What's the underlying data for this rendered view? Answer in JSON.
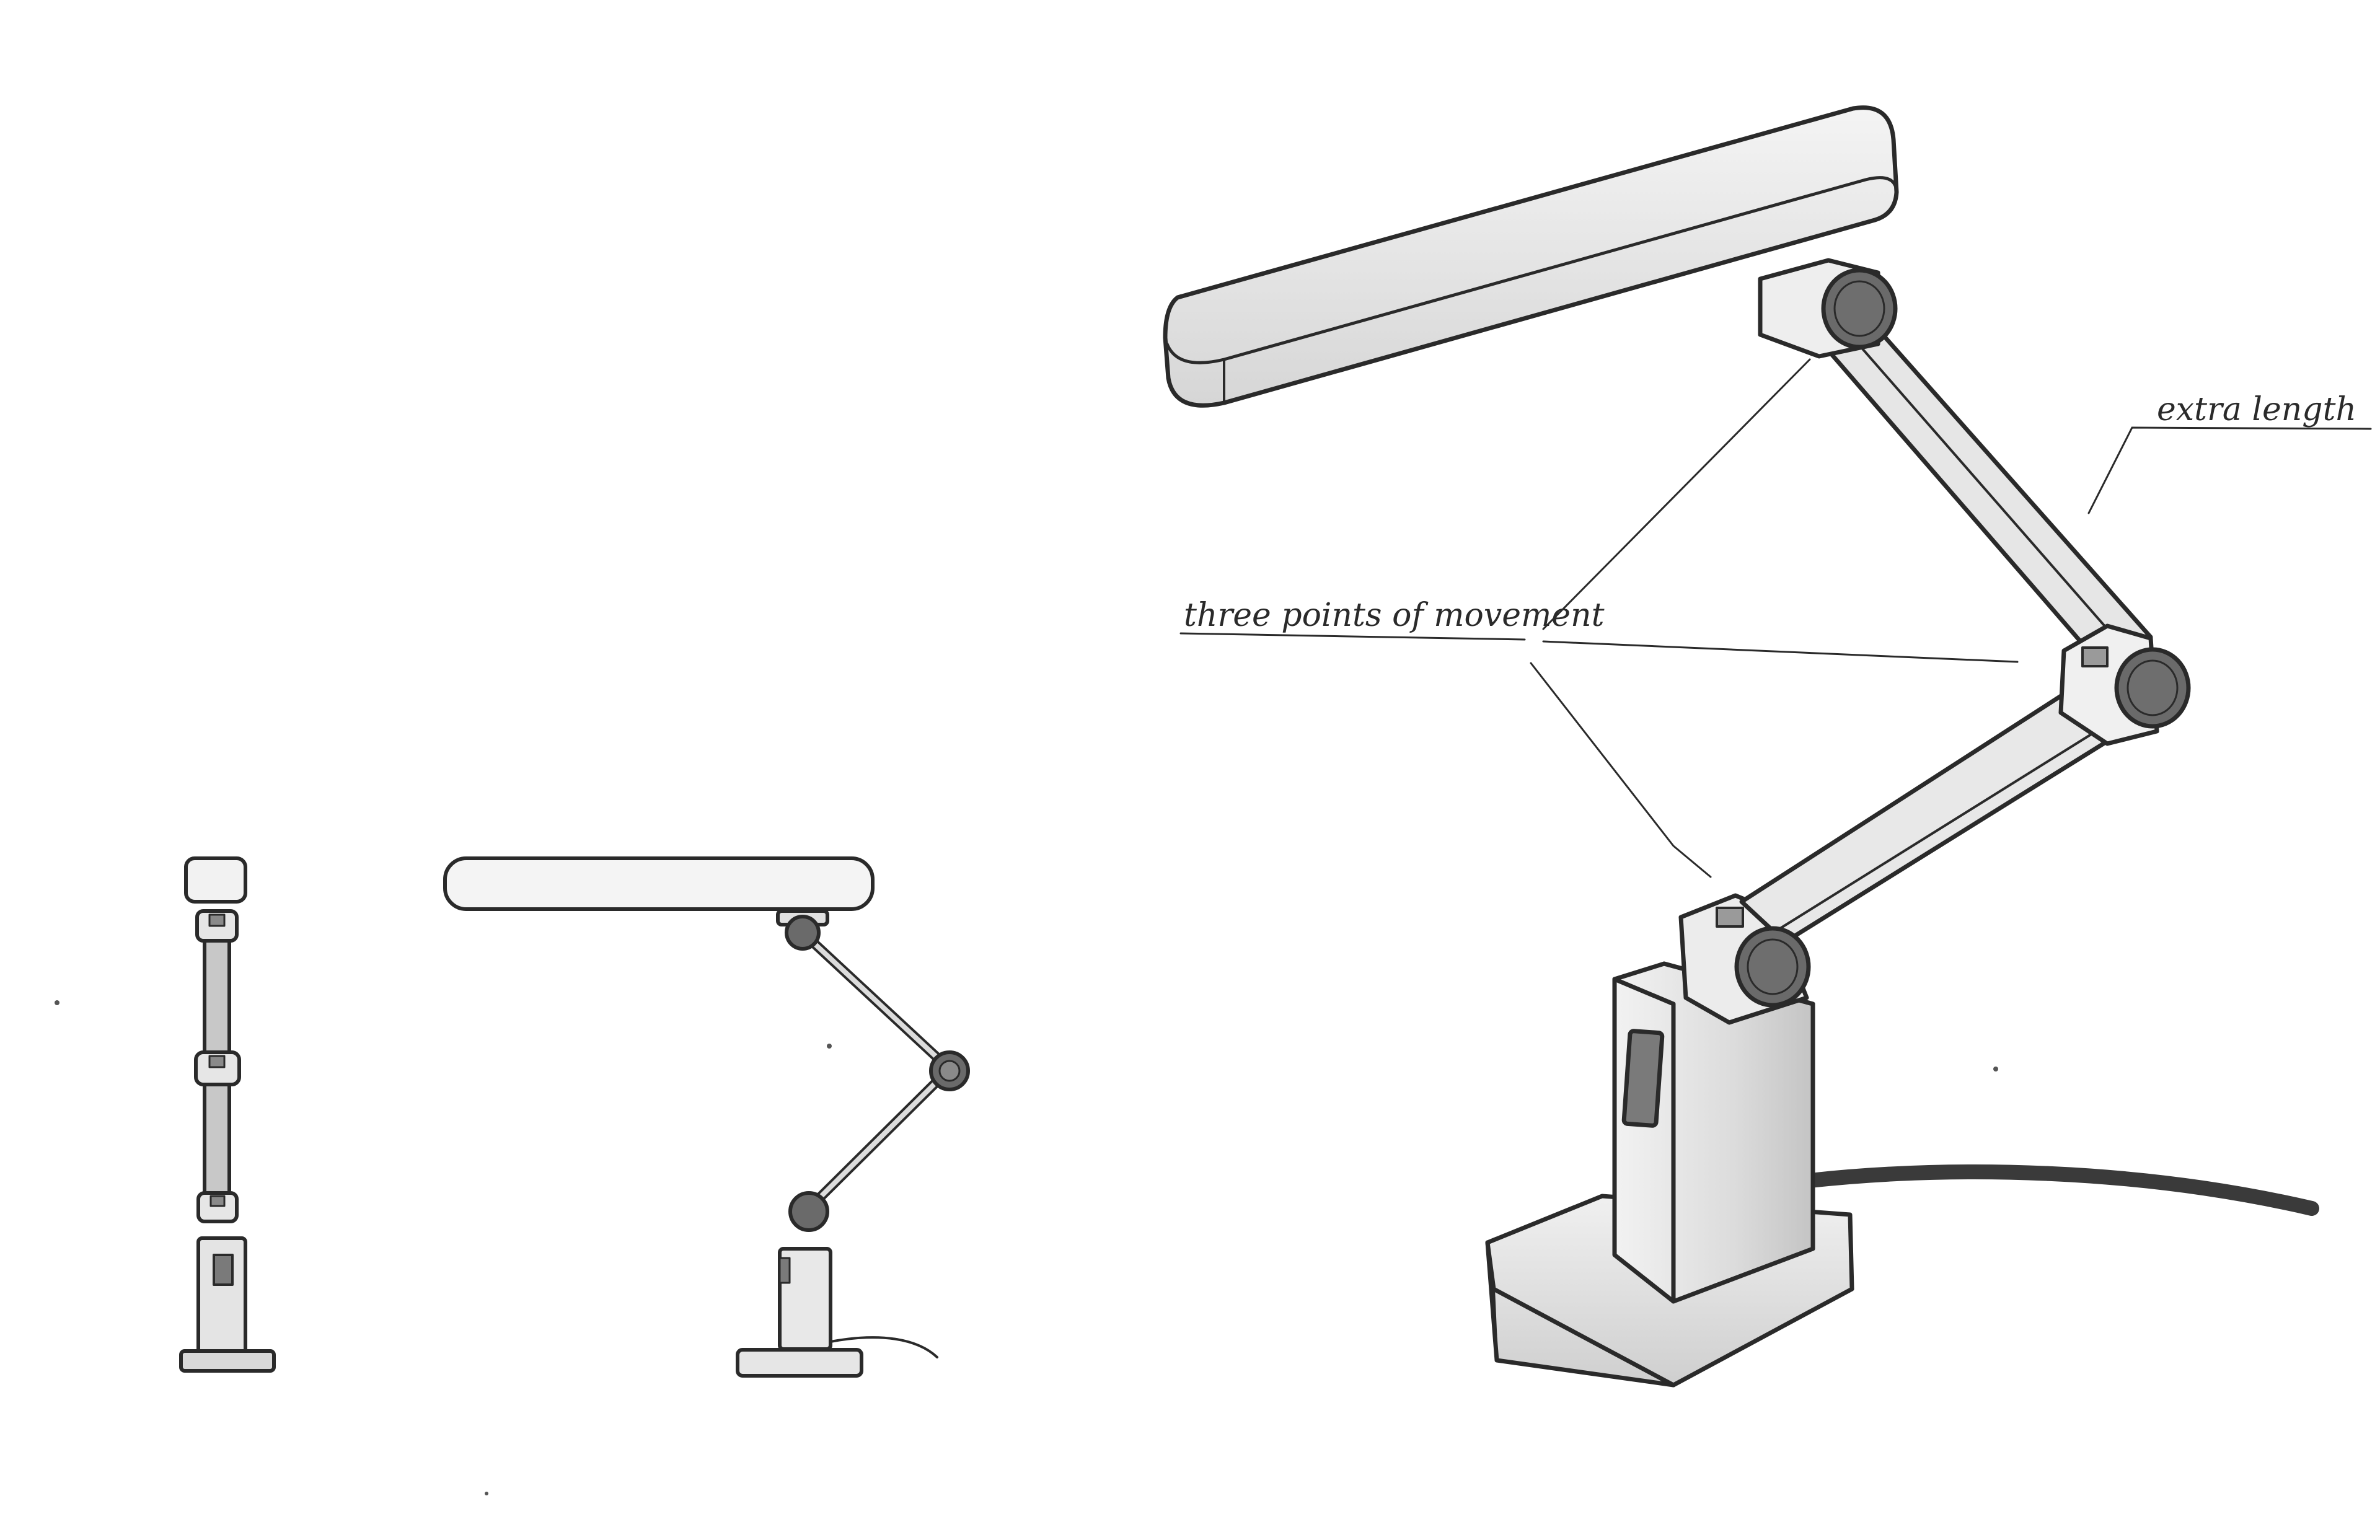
{
  "annotations": {
    "extra_length": "extra length",
    "three_points": "three points of movement"
  },
  "colors": {
    "ink": "#2a2a2a",
    "joint": "#6a6a6a",
    "light_fill": "#eeeeee",
    "mid_fill": "#d4d4d4",
    "dark_fill": "#b8b8b8",
    "cord": "#3a3a3a"
  },
  "views": [
    "front-view",
    "side-view",
    "perspective-view"
  ]
}
